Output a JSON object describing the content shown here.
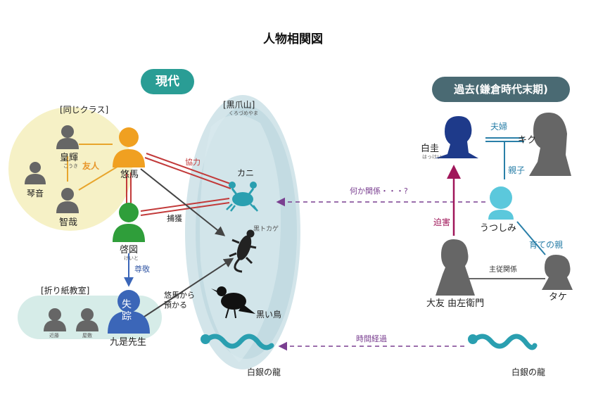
{
  "title": "人物相関図",
  "sections": {
    "present": "現代",
    "past": "過去(鎌倉時代末期)"
  },
  "groups": {
    "same_class": "[同じクラス]",
    "kurotsume": "[黒爪山]",
    "kurotsume_ruby": "くろづめやま",
    "origami": "[折り紙教室]"
  },
  "people": {
    "koki": "皇輝",
    "koki_ruby": "こうき",
    "koto": "琴音",
    "tomoya": "智哉",
    "yuma": "悠馬",
    "keito": "啓図",
    "keito_ruby": "けいと",
    "kunize": "九是先生",
    "kondo": "近藤",
    "yashiki": "屋敷",
    "hakkei": "白圭",
    "hakkei_ruby": "はっけい",
    "kiku": "キク",
    "utsushimi": "うつしみ",
    "otomo": "大友 由左衛門",
    "take": "タケ"
  },
  "badges": {
    "missing": "失\n踪"
  },
  "creatures": {
    "crab": "カニ",
    "lizard": "黒トカゲ",
    "crow": "黒い鳥",
    "dragon_present": "白銀の龍",
    "dragon_past": "白銀の龍"
  },
  "relations": {
    "friends": "友人",
    "cooperate": "協力",
    "capture": "捕獲",
    "respect": "尊敬",
    "yuma_to": "悠馬から\n預かる",
    "couple": "夫婦",
    "parent_child": "親子",
    "foster": "育ての親",
    "persecute": "迫害",
    "master_servant": "主従関係",
    "something": "何か関係・・・?",
    "time_passing": "時間経過"
  },
  "colors": {
    "teal": "#2a9d95",
    "slate": "#4a6a73",
    "orange": "#f0a021",
    "green": "#2f9e3a",
    "blue_person": "#3b66b8",
    "navy": "#1e3a8a",
    "cyan": "#5bc8dc",
    "gray": "#666666",
    "dragon": "#2a9fb0",
    "red": "#c23a3a",
    "purple": "#7a3f90",
    "crimson": "#a0175a",
    "class_bg": "#f6f1c6",
    "origami_bg": "#d6ece8",
    "mountain_bg": "#c9dee4"
  }
}
